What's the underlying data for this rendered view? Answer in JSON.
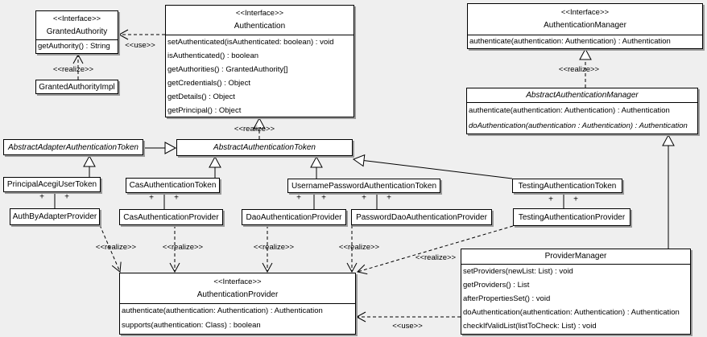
{
  "colors": {
    "background": "#efefef",
    "box_fill": "#ffffff",
    "line": "#000000",
    "shadow": "#9a9a9a"
  },
  "classes": {
    "granted_authority": {
      "stereotype": "<<Interface>>",
      "name": "GrantedAuthority",
      "methods": [
        "getAuthority() : String"
      ]
    },
    "granted_authority_impl": {
      "name": "GrantedAuthorityImpl"
    },
    "authentication": {
      "stereotype": "<<Interface>>",
      "name": "Authentication",
      "methods": [
        "setAuthenticated(isAuthenticated: boolean) : void",
        "isAuthenticated() : boolean",
        "getAuthorities() : GrantedAuthority[]",
        "getCredentials() : Object",
        "getDetails() : Object",
        "getPrincipal() : Object"
      ]
    },
    "authentication_manager": {
      "stereotype": "<<Interface>>",
      "name": "AuthenticationManager",
      "methods": [
        "authenticate(authentication: Authentication) : Authentication"
      ]
    },
    "abstract_authentication_manager": {
      "name": "AbstractAuthenticationManager",
      "methods": [
        "authenticate(authentication: Authentication) : Authentication",
        "doAuthentication(authentication : Authentication) : Authentication"
      ]
    },
    "abstract_adapter_authentication_token": {
      "name": "AbstractAdapterAuthenticationToken"
    },
    "abstract_authentication_token": {
      "name": "AbstractAuthenticationToken"
    },
    "principal_acegi_user_token": {
      "name": "PrincipalAcegiUserToken"
    },
    "cas_authentication_token": {
      "name": "CasAuthenticationToken"
    },
    "username_password_authentication_token": {
      "name": "UsernamePasswordAuthenticationToken"
    },
    "testing_authentication_token": {
      "name": "TestingAuthenticationToken"
    },
    "auth_by_adapter_provider": {
      "name": "AuthByAdapterProvider"
    },
    "cas_authentication_provider": {
      "name": "CasAuthenticationProvider"
    },
    "dao_authentication_provider": {
      "name": "DaoAuthenticationProvider"
    },
    "password_dao_authentication_provider": {
      "name": "PasswordDaoAuthenticationProvider"
    },
    "testing_authentication_provider": {
      "name": "TestingAuthenticationProvider"
    },
    "authentication_provider": {
      "stereotype": "<<Interface>>",
      "name": "AuthenticationProvider",
      "methods": [
        "authenticate(authentication: Authentication) : Authentication",
        "supports(authentication: Class) : boolean"
      ]
    },
    "provider_manager": {
      "name": "ProviderManager",
      "methods": [
        "setProviders(newList: List) : void",
        "getProviders() : List",
        "afterPropertiesSet() : void",
        "doAuthentication(authentication: Authentication) : Authentication",
        "checkIfValidList(listToCheck: List) : void"
      ]
    }
  },
  "connectors": {
    "use_authentication_granted": "<<use>>",
    "realize_granted_impl": "<<realize>>",
    "realize_abstract_token": "<<realize>>",
    "realize_abstract_manager": "<<realize>>",
    "realize_authbyadapter": "<<realize>>",
    "realize_cas": "<<realize>>",
    "realize_dao": "<<realize>>",
    "realize_passworddao": "<<realize>>",
    "realize_testing": "<<realize>>",
    "use_provider_manager": "<<use>>",
    "plus": "+"
  }
}
